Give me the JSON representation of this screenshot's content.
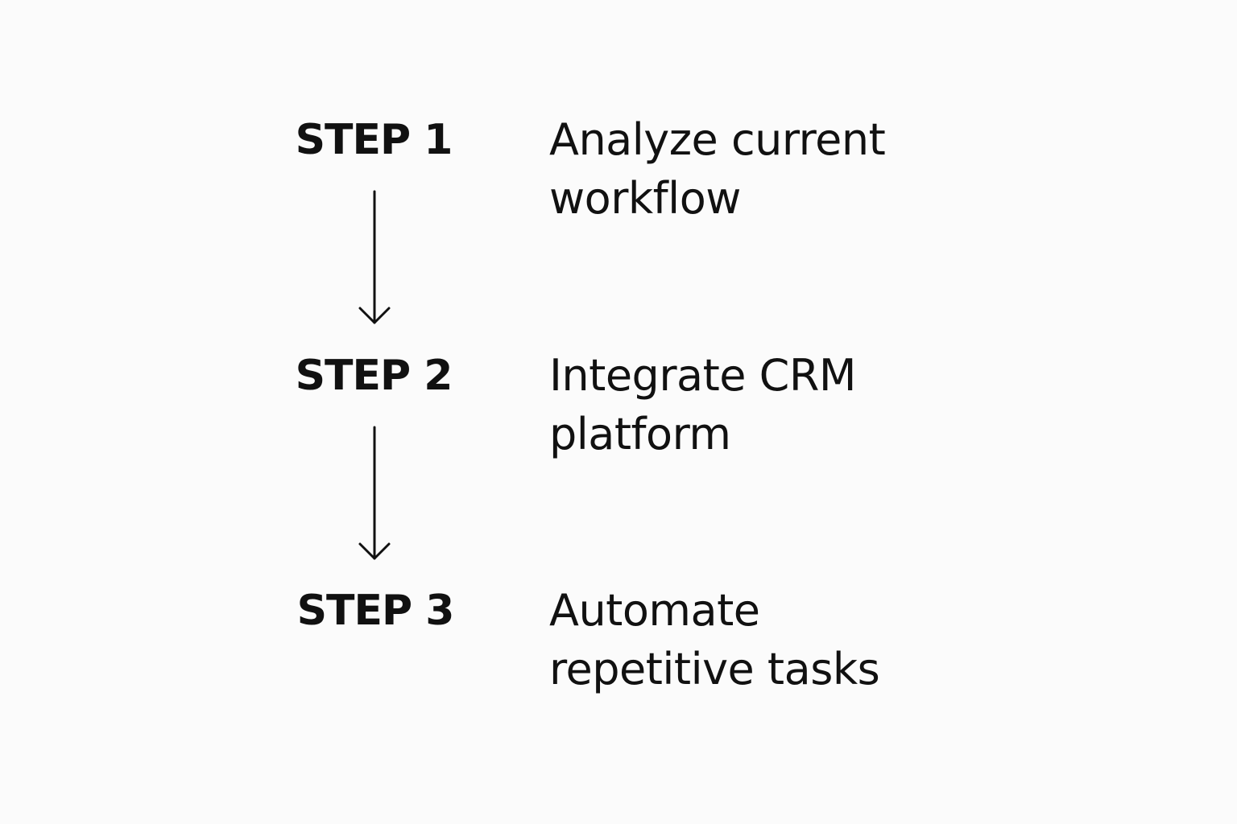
{
  "steps": [
    {
      "label": "STEP 1",
      "description": [
        "Analyze current",
        "workflow"
      ]
    },
    {
      "label": "STEP 2",
      "description": [
        "Integrate CRM",
        "platform"
      ]
    },
    {
      "label": "STEP 3",
      "description": [
        "Automate",
        "repetitive tasks"
      ]
    }
  ],
  "colors": {
    "background": "#fbfbfb",
    "text": "#111111",
    "arrow": "#111111"
  }
}
